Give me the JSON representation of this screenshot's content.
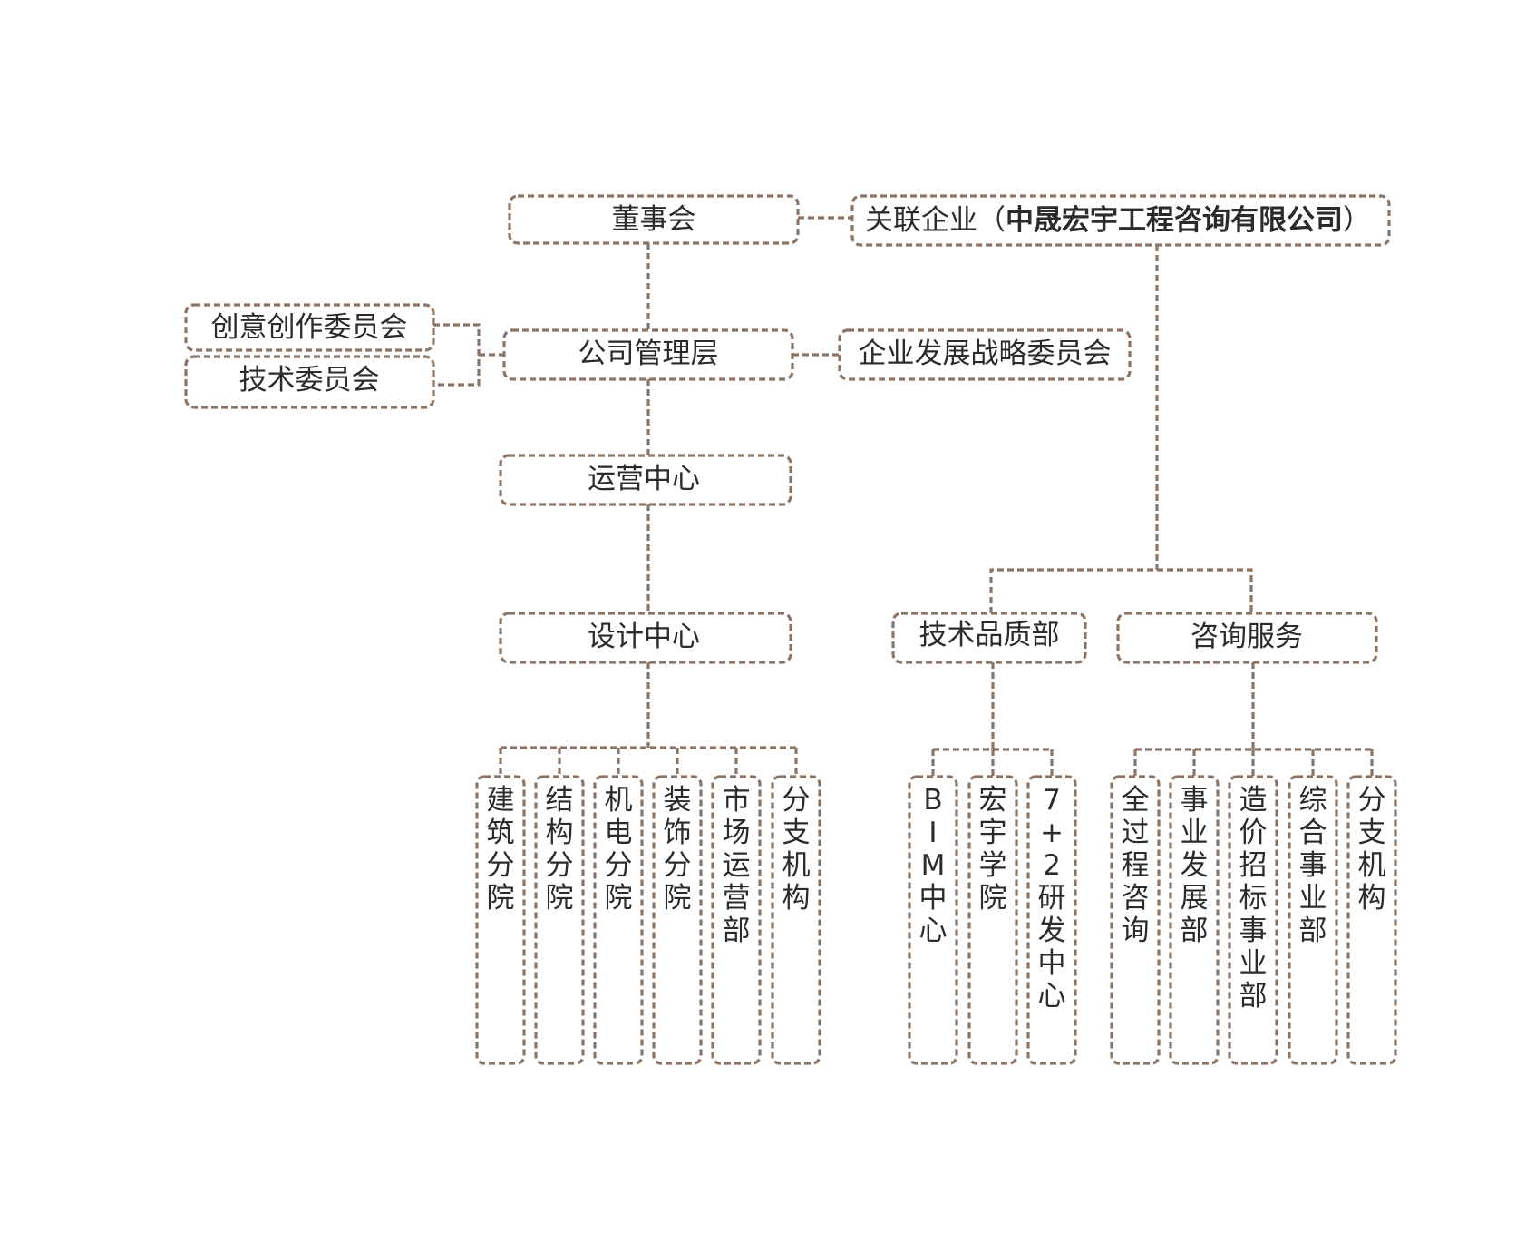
{
  "nodes": {
    "board": "董事会",
    "affiliate_prefix": "关联企业（",
    "affiliate_name": "中晟宏宇工程咨询有限公司",
    "affiliate_suffix": "）",
    "creative_committee": "创意创作委员会",
    "tech_committee": "技术委员会",
    "management": "公司管理层",
    "strategy_committee": "企业发展战略委员会",
    "operations_center": "运营中心",
    "design_center": "设计中心",
    "tech_quality_dept": "技术品质部",
    "consulting_services": "咨询服务"
  },
  "design_branches": [
    "建筑分院",
    "结构分院",
    "机电分院",
    "装饰分院",
    "市场运营部",
    "分支机构"
  ],
  "tech_branches": [
    "BIM中心",
    "宏宇学院",
    "7+2研发中心"
  ],
  "consulting_branches": [
    "全过程咨询",
    "事业发展部",
    "造价招标事业部",
    "综合事业部",
    "分支机构"
  ],
  "colors": {
    "line": "#8a7566",
    "text": "#2b2b2b"
  }
}
